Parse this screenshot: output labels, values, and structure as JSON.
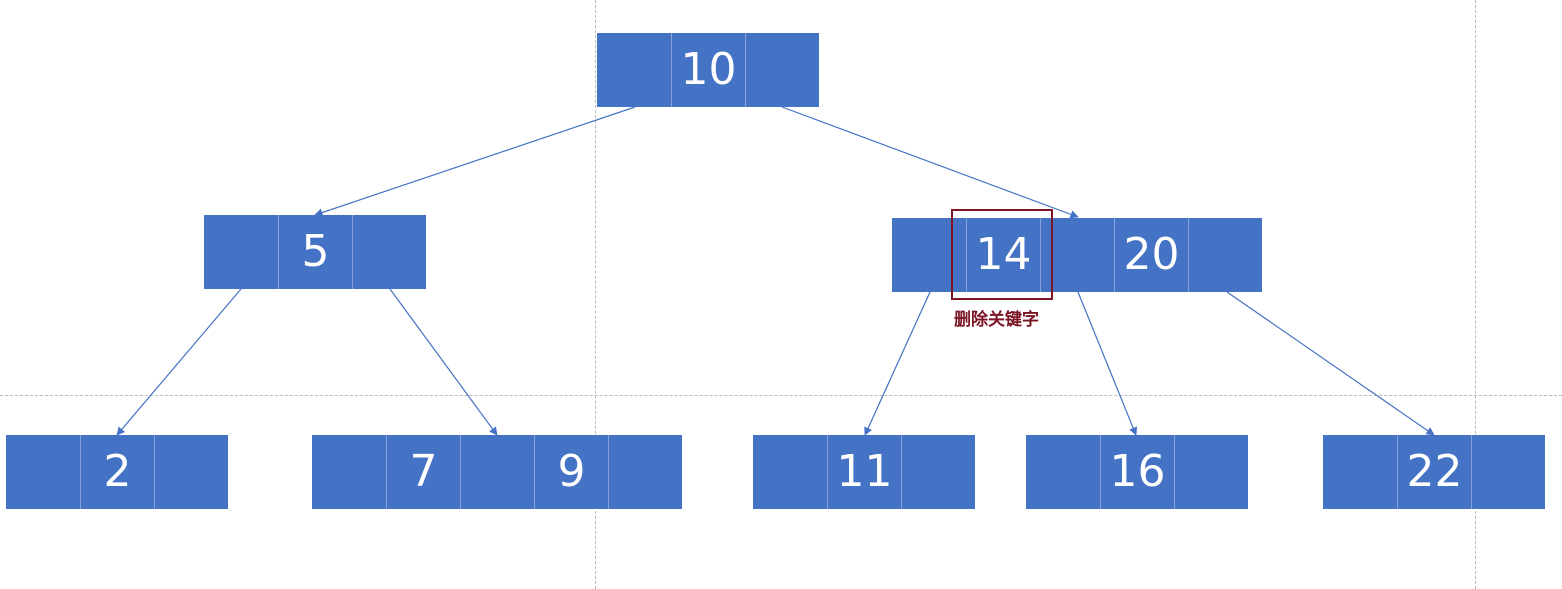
{
  "tree": {
    "root": {
      "keys": [
        "10"
      ]
    },
    "level1": [
      {
        "keys": [
          "5"
        ]
      },
      {
        "keys": [
          "14",
          "20"
        ]
      }
    ],
    "level2": [
      {
        "keys": [
          "2"
        ]
      },
      {
        "keys": [
          "7",
          "9"
        ]
      },
      {
        "keys": [
          "11"
        ]
      },
      {
        "keys": [
          "16"
        ]
      },
      {
        "keys": [
          "22"
        ]
      }
    ]
  },
  "annotation": {
    "target_key": "14",
    "label": "删除关键字"
  },
  "colors": {
    "node_fill": "#4472c4",
    "edge": "#4472c4",
    "highlight": "#7b1424",
    "guide": "#b9b9b9"
  }
}
